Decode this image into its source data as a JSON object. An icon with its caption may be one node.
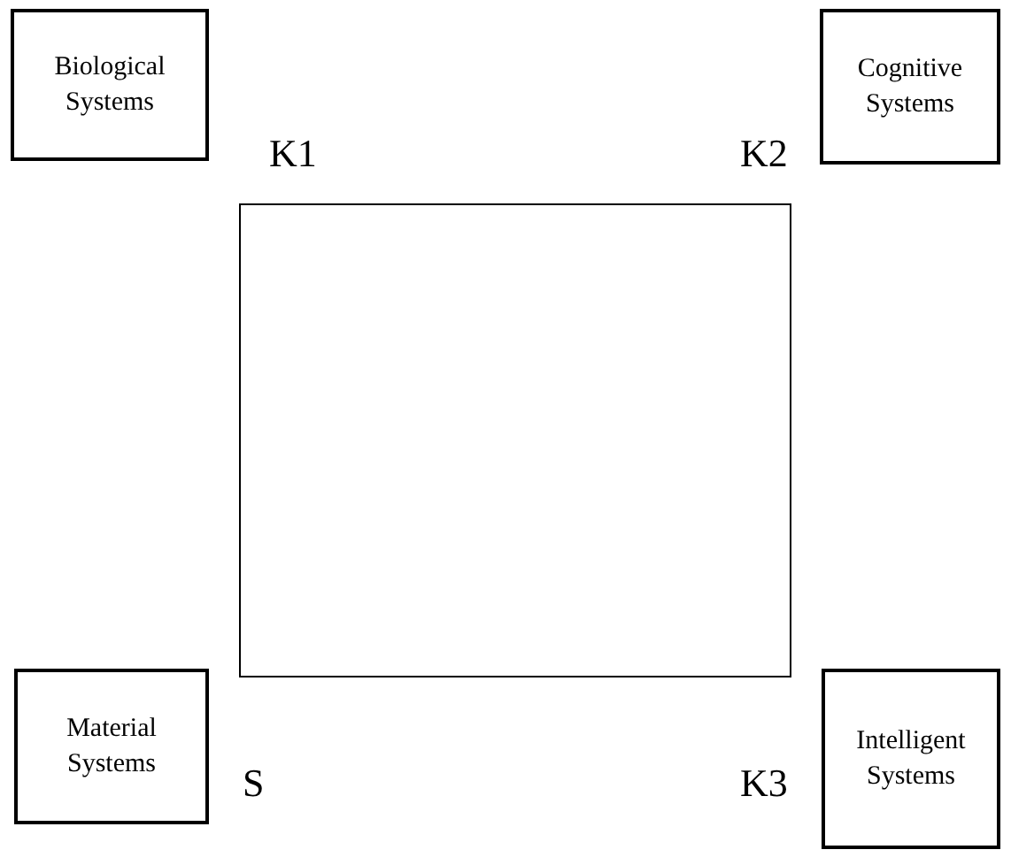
{
  "diagram": {
    "nodes": [
      {
        "text": [
          "Biological Systems"
        ]
      },
      {
        "text": [
          "Cognitive Systems"
        ]
      },
      {
        "text": [],
        "shape": "box"
      },
      {
        "text": [
          "Material Systems"
        ]
      },
      {
        "text": [
          "Intelligent Systems"
        ]
      }
    ],
    "labels": [
      "K1",
      "K2",
      "S",
      "K3"
    ]
  }
}
